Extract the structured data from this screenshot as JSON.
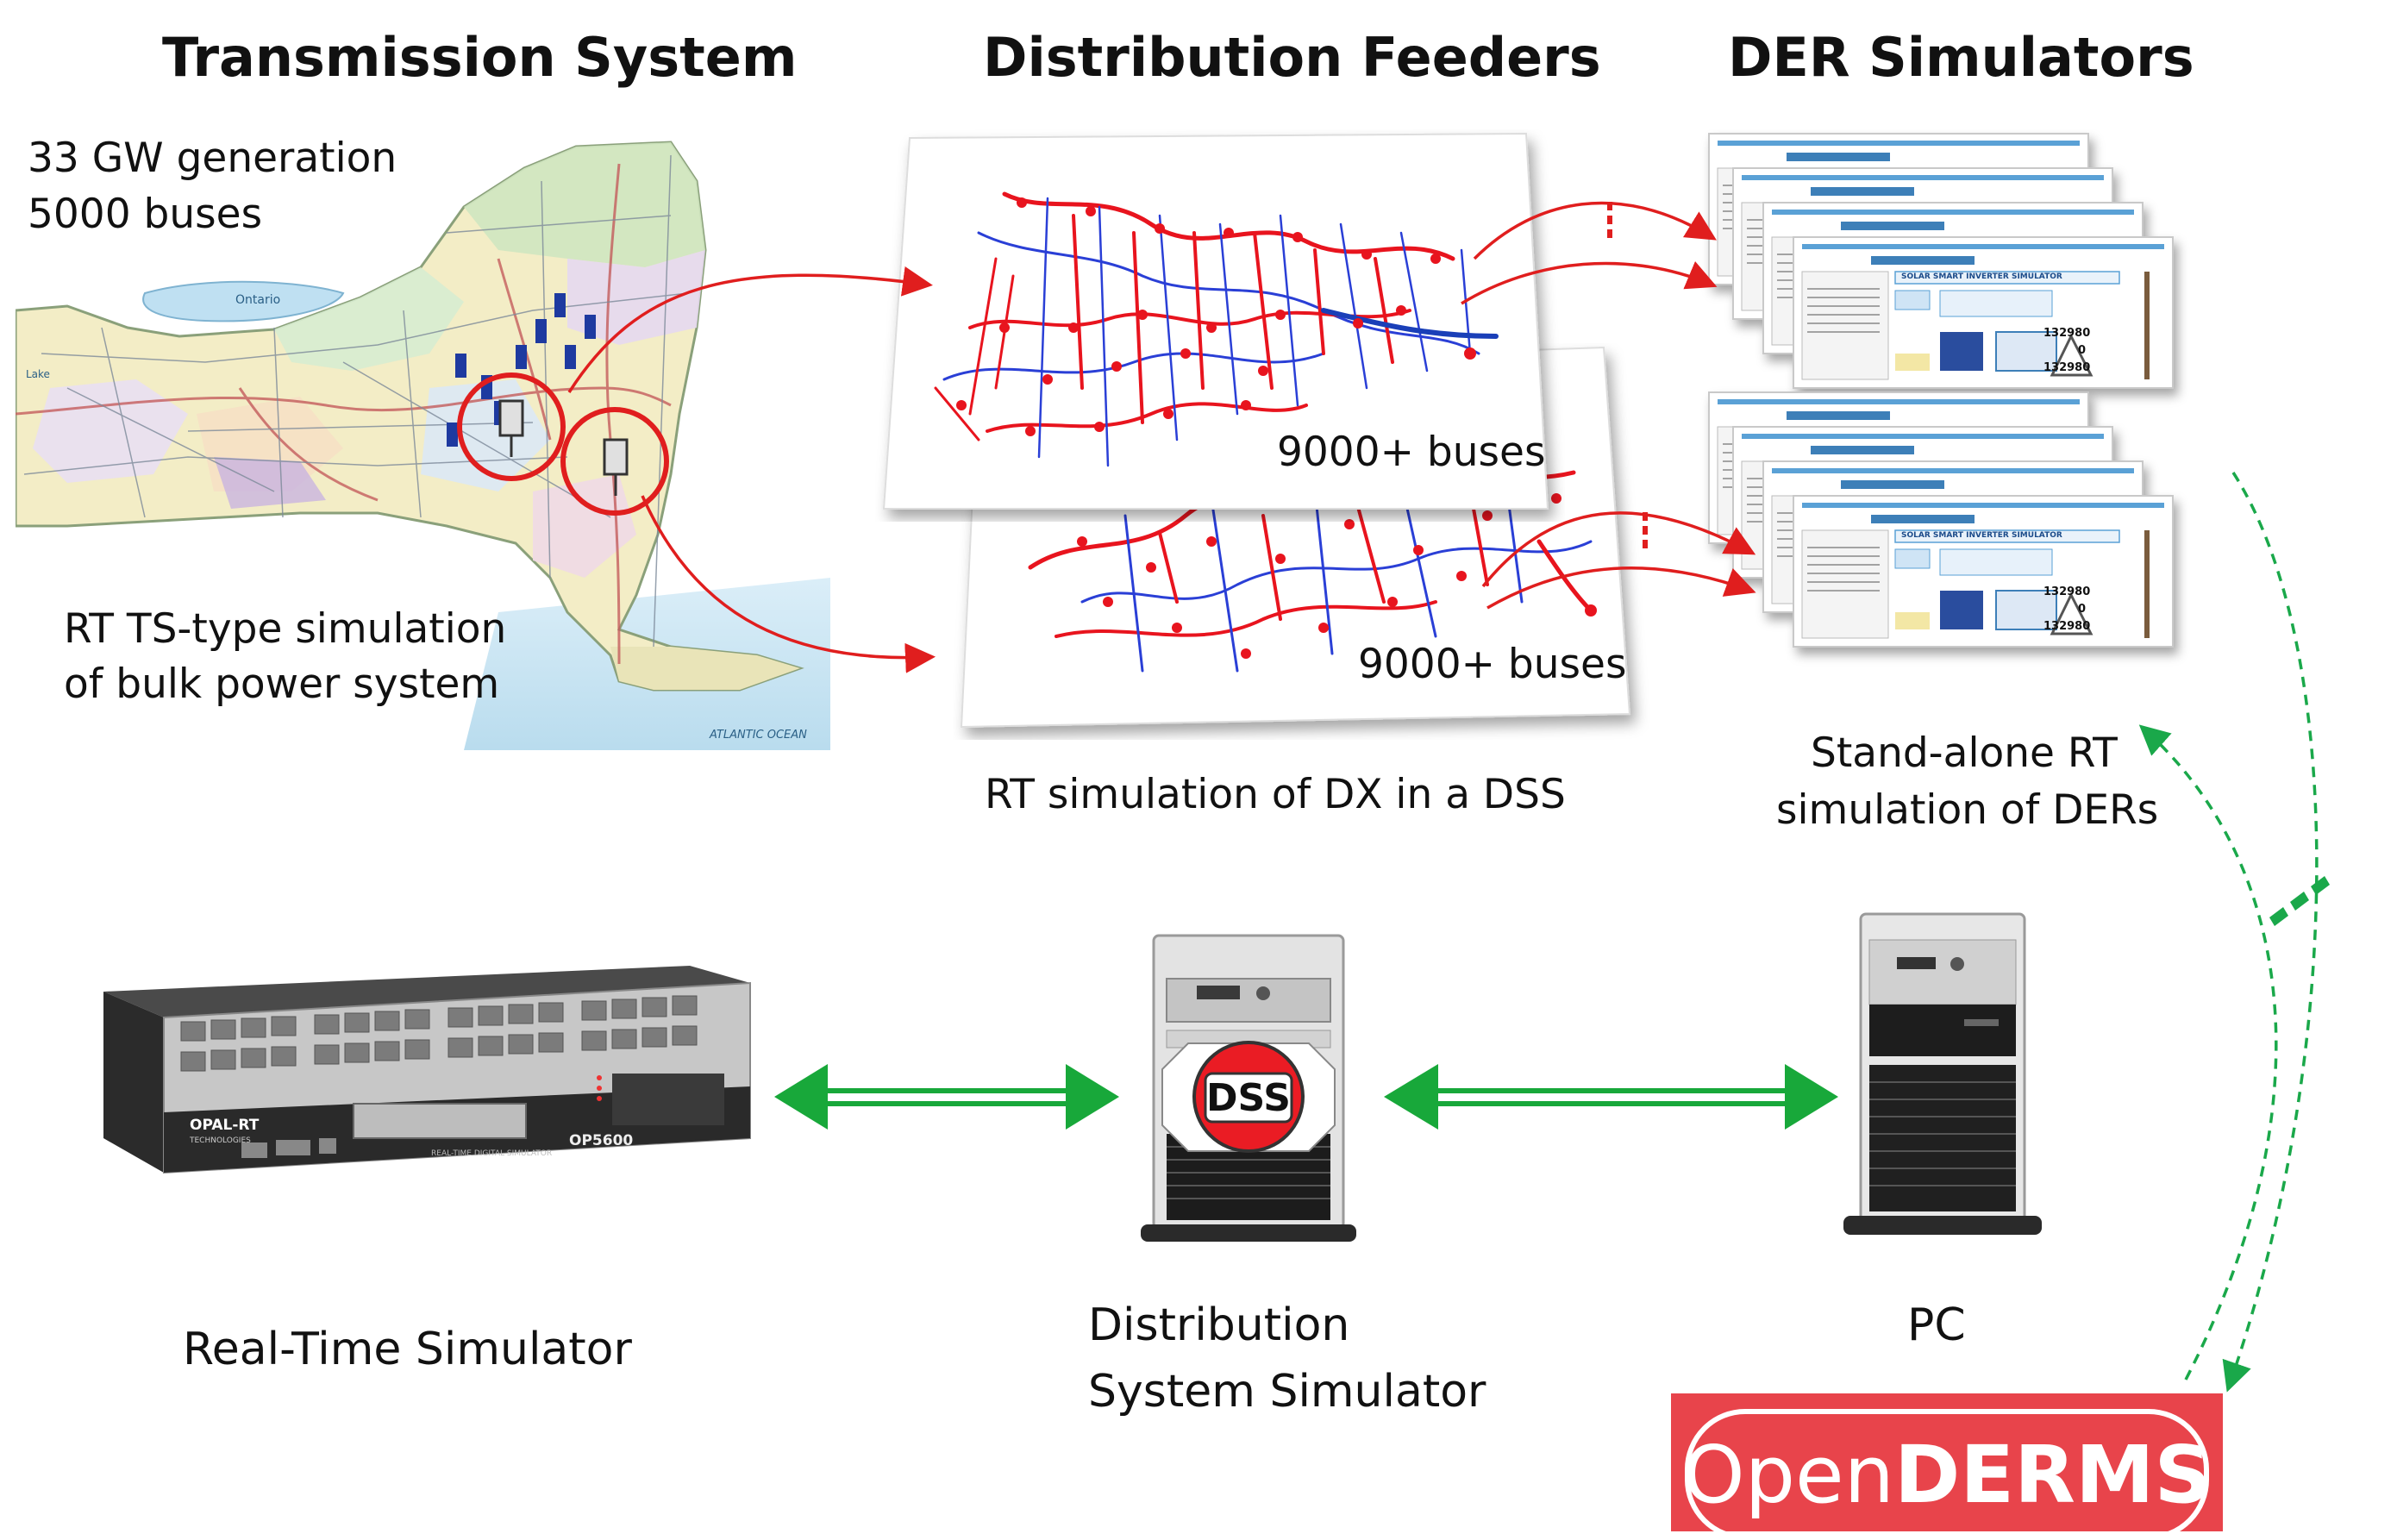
{
  "headings": {
    "transmission": "Transmission System",
    "distribution": "Distribution Feeders",
    "der": "DER Simulators"
  },
  "transmission": {
    "gen": "33 GW generation",
    "buses": "5000 buses",
    "desc_line1": "RT TS-type simulation",
    "desc_line2": "of bulk power system",
    "map_lake_label": "Lake",
    "map_lake_name": "Ontario",
    "map_ocean_label": "ATLANTIC OCEAN"
  },
  "feeders": {
    "front_buses": "9000+ buses",
    "back_buses": "9000+ buses",
    "caption": "RT simulation of DX in a DSS"
  },
  "der": {
    "caption_line1": "Stand-alone RT",
    "caption_line2": "simulation of DERs",
    "panel_title": "SOLAR SMART INVERTER SIMULATOR",
    "panel_value_1": "132980",
    "panel_value_2": "0",
    "panel_value_3": "132980"
  },
  "devices": {
    "rts_label": "Real-Time  Simulator",
    "rts_brand": "OPAL-RT",
    "rts_brand_sub": "TECHNOLOGIES",
    "rts_model": "OP5600",
    "rts_model_sub": "REAL-TIME DIGITAL SIMULATOR",
    "dss_badge": "DSS",
    "dss_label_line1": "Distribution",
    "dss_label_line2": "System Simulator",
    "pc_label": "PC"
  },
  "logo": {
    "light": "Open",
    "bold": "DERMS"
  },
  "colors": {
    "red_arrow": "#e01e1e",
    "green_arrow": "#18a83a",
    "dashed_green": "#1aa84a",
    "logo_bg": "#e8444b",
    "feeder_red": "#e8141e",
    "feeder_blue": "#2a3fd6"
  }
}
